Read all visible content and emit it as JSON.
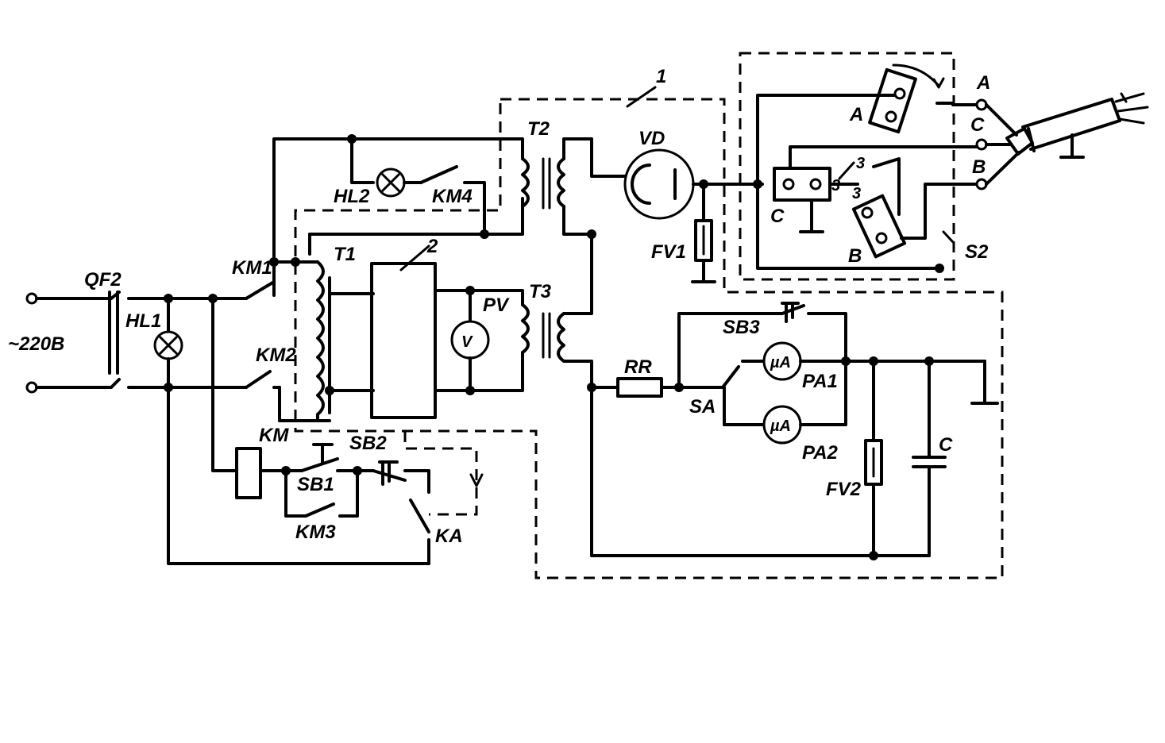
{
  "labels": {
    "supply": "~220В",
    "qf2": "QF2",
    "hl1": "HL1",
    "hl2": "HL2",
    "km1": "KM1",
    "km2": "KM2",
    "km3": "KM3",
    "km4": "KM4",
    "km": "KM",
    "sb1": "SB1",
    "sb2": "SB2",
    "sb3": "SB3",
    "ka": "KA",
    "t1": "T1",
    "t2": "T2",
    "t3": "T3",
    "block2": "2",
    "block1": "1",
    "pv": "PV",
    "vd": "VD",
    "fv1": "FV1",
    "fv2": "FV2",
    "rr": "RR",
    "sa": "SA",
    "pa1": "PA1",
    "pa2": "PA2",
    "c_cap": "C",
    "s2": "S2",
    "term_a": "A",
    "term_c": "C",
    "term_b": "B",
    "sw_a": "A",
    "sw_b": "B",
    "sw_c": "C"
  },
  "symbols": {
    "voltmeter": "V",
    "microammeter1": "µA",
    "microammeter2": "µA",
    "contact3_c": "3",
    "contact3_a": "3",
    "contact3_b": "3"
  }
}
